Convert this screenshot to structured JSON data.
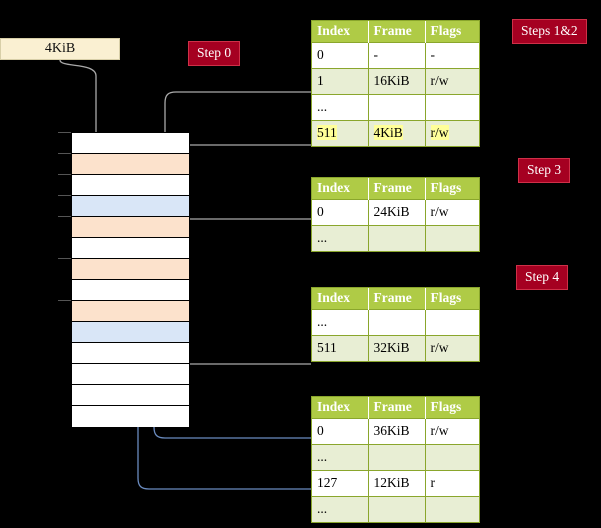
{
  "source_box": {
    "label": "4KiB"
  },
  "badges": [
    {
      "id": "step0",
      "label": "Step 0"
    },
    {
      "id": "steps12",
      "label": "Steps 1&2"
    },
    {
      "id": "step3",
      "label": "Step 3"
    },
    {
      "id": "step4",
      "label": "Step 4"
    }
  ],
  "colors": {
    "badge_bg": "#a50021",
    "badge_border": "#cf3048",
    "table_header": "#afcb46",
    "table_border": "#8aa62c",
    "table_alt_row": "#e8eed4",
    "highlight": "#ffff99",
    "mem_orange": "#fce2cc",
    "mem_blue": "#d9e6f7",
    "source_box": "#faf0d2",
    "wire_gray": "#aaaaaa",
    "wire_blue": "#6a8bbf"
  },
  "memory_column": {
    "name": "physical-memory-frames",
    "rows": [
      {
        "fill": "white"
      },
      {
        "fill": "orange"
      },
      {
        "fill": "white"
      },
      {
        "fill": "blue"
      },
      {
        "fill": "orange"
      },
      {
        "fill": "white"
      },
      {
        "fill": "orange"
      },
      {
        "fill": "white"
      },
      {
        "fill": "orange"
      },
      {
        "fill": "blue"
      },
      {
        "fill": "white"
      },
      {
        "fill": "white"
      },
      {
        "fill": "white"
      },
      {
        "fill": "white"
      }
    ]
  },
  "tables": [
    {
      "id": "pt0",
      "name": "page-table-level-4",
      "headers": [
        "Index",
        "Frame",
        "Flags"
      ],
      "rows": [
        {
          "cells": [
            "0",
            "-",
            "-"
          ],
          "alt": false,
          "highlight": false
        },
        {
          "cells": [
            "1",
            "16KiB",
            "r/w"
          ],
          "alt": true,
          "highlight": false
        },
        {
          "cells": [
            "...",
            "",
            ""
          ],
          "alt": false,
          "highlight": false
        },
        {
          "cells": [
            "511",
            "4KiB",
            "r/w"
          ],
          "alt": true,
          "highlight": true
        }
      ]
    },
    {
      "id": "pt1",
      "name": "page-table-level-3",
      "headers": [
        "Index",
        "Frame",
        "Flags"
      ],
      "rows": [
        {
          "cells": [
            "0",
            "24KiB",
            "r/w"
          ],
          "alt": false,
          "highlight": false
        },
        {
          "cells": [
            "...",
            "",
            ""
          ],
          "alt": true,
          "highlight": false
        }
      ]
    },
    {
      "id": "pt2",
      "name": "page-table-level-2",
      "headers": [
        "Index",
        "Frame",
        "Flags"
      ],
      "rows": [
        {
          "cells": [
            "...",
            "",
            ""
          ],
          "alt": false,
          "highlight": false
        },
        {
          "cells": [
            "511",
            "32KiB",
            "r/w"
          ],
          "alt": true,
          "highlight": false
        }
      ]
    },
    {
      "id": "pt3",
      "name": "page-table-level-1",
      "headers": [
        "Index",
        "Frame",
        "Flags"
      ],
      "rows": [
        {
          "cells": [
            "0",
            "36KiB",
            "r/w"
          ],
          "alt": false,
          "highlight": false
        },
        {
          "cells": [
            "...",
            "",
            ""
          ],
          "alt": true,
          "highlight": false
        },
        {
          "cells": [
            "127",
            "12KiB",
            "r"
          ],
          "alt": false,
          "highlight": false
        },
        {
          "cells": [
            "...",
            "",
            ""
          ],
          "alt": true,
          "highlight": false
        }
      ]
    }
  ]
}
